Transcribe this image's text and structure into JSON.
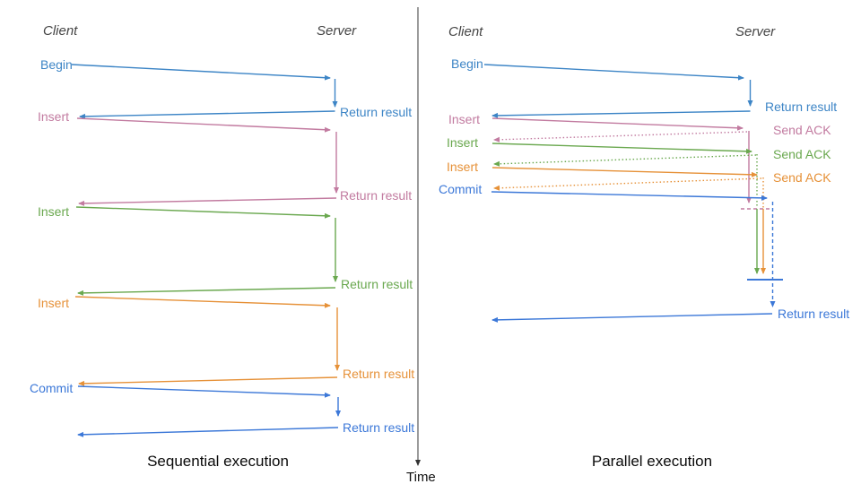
{
  "colors": {
    "begin_blue": "#3d85c6",
    "insert_pink": "#c27ba0",
    "insert_green": "#6aa84f",
    "insert_orange": "#e69138",
    "commit_blue": "#3c78d8",
    "time_axis_gray": "#595959",
    "header_gray": "#454545"
  },
  "sequential": {
    "client_header": "Client",
    "server_header": "Server",
    "caption": "Sequential execution",
    "messages": [
      {
        "request": "Begin",
        "response": "Return result",
        "color": "#3d85c6"
      },
      {
        "request": "Insert",
        "response": "Return result",
        "color": "#c27ba0"
      },
      {
        "request": "Insert",
        "response": "Return result",
        "color": "#6aa84f"
      },
      {
        "request": "Insert",
        "response": "Return result",
        "color": "#e69138"
      },
      {
        "request": "Commit",
        "response": "Return result",
        "color": "#3c78d8"
      }
    ]
  },
  "parallel": {
    "client_header": "Client",
    "server_header": "Server",
    "caption": "Parallel execution",
    "messages": [
      {
        "request": "Begin",
        "response": "Return result",
        "color": "#3d85c6"
      },
      {
        "request": "Insert",
        "response": "Send ACK",
        "color": "#c27ba0"
      },
      {
        "request": "Insert",
        "response": "Send ACK",
        "color": "#6aa84f"
      },
      {
        "request": "Insert",
        "response": "Send ACK",
        "color": "#e69138"
      },
      {
        "request": "Commit",
        "response": "Return result",
        "color": "#3c78d8"
      }
    ]
  },
  "time_axis": {
    "label": "Time"
  }
}
